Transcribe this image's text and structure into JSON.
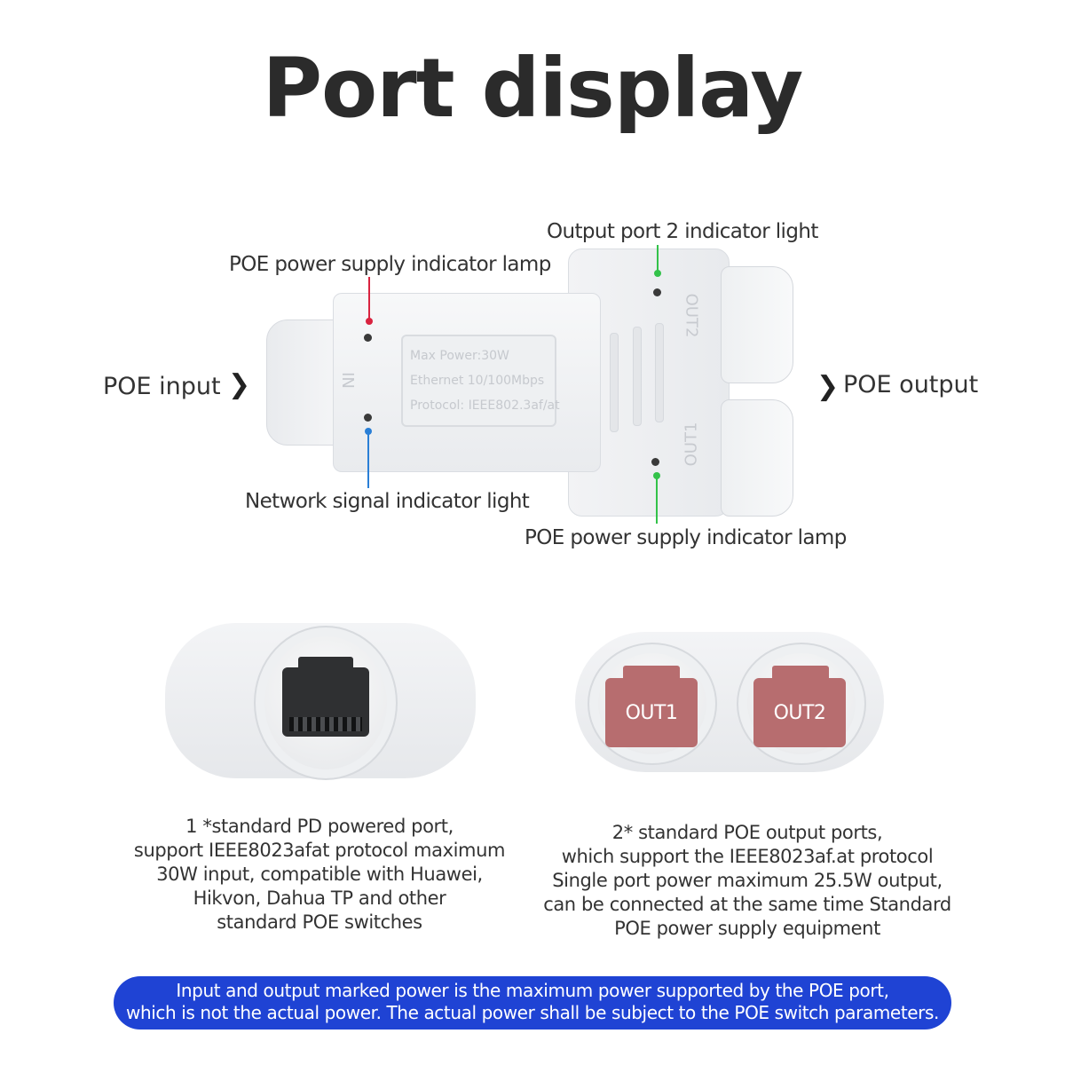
{
  "title": "Port display",
  "device": {
    "left_label": "POE input",
    "right_label": "POE output",
    "callouts": {
      "poe_power_in": "POE power supply indicator lamp",
      "network_signal": "Network signal indicator light",
      "out2_light": "Output port 2 indicator light",
      "poe_power_out": "POE power supply indicator lamp"
    },
    "plate_lines": [
      "Max Power:30W",
      "Ethernet 10/100Mbps",
      "Protocol: IEEE802.3af/at"
    ],
    "engrave_in": "IN",
    "engrave_out1": "OUT1",
    "engrave_out2": "OUT2",
    "indicator_colors": {
      "red": "#d9233f",
      "blue": "#2a7fd6",
      "green": "#33c24a"
    }
  },
  "ports": {
    "out1_label": "OUT1",
    "out2_label": "OUT2"
  },
  "descriptions": {
    "input": [
      "1 *standard PD powered port,",
      "support IEEE8023afat protocol maximum",
      "30W input, compatible with Huawei,",
      "Hikvon, Dahua TP and other",
      "standard POE switches"
    ],
    "output": [
      "2* standard POE output ports,",
      "which support the IEEE8023af.at protocol",
      "Single port power maximum 25.5W output,",
      "can be connected at the same time Standard",
      "POE power supply equipment"
    ]
  },
  "banner": {
    "line1": "Input and output marked power is the maximum power supported by the POE port,",
    "line2": "which is not the actual power. The actual power shall be subject to the POE switch parameters."
  },
  "colors": {
    "banner": "#1f43d4",
    "port_red": "#b76d6f"
  }
}
